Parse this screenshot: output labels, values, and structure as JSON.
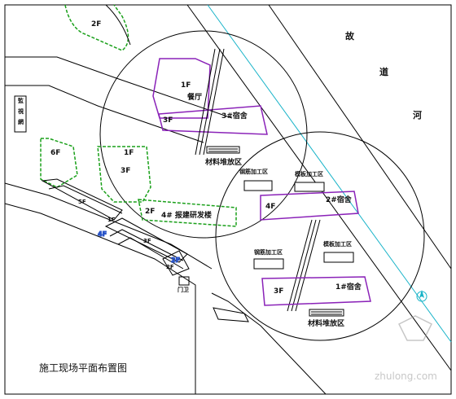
{
  "road": {
    "label_chars": [
      "故",
      "道",
      "河"
    ]
  },
  "side_box": {
    "label": "監視網"
  },
  "buildings": {
    "canteen_floor": "1F",
    "canteen_label": "餐厅",
    "dorm3_floor": "3F",
    "dorm3_label": "3#宿舍",
    "dorm2_floor": "4F",
    "dorm2_label": "2#宿舍",
    "dorm1_floor": "3F",
    "dorm1_label": "1#宿舍",
    "office_floor": "2F",
    "office_label": "4# 报建研发楼",
    "topleft_floor": "2F",
    "green_left_floor": "6F",
    "green_mid_floor": "3F",
    "green_small_floor": "1F"
  },
  "zones": {
    "material_top": "材料堆放区",
    "material_bottom": "材料堆放区",
    "rebar_top": "钢筋加工区",
    "formwork_top": "模板加工区",
    "rebar_bottom": "钢筋加工区",
    "formwork_bottom": "模板加工区"
  },
  "small_labels": {
    "a": "5F",
    "b": "1F",
    "c": "3F",
    "d": "2F",
    "e": "门卫"
  },
  "plan_title": "施工现场平面布置图",
  "watermark": "zhulong.com",
  "colors": {
    "line": "#000000",
    "green": "#1aa01a",
    "purple": "#8a22b8",
    "cyan": "#17b3c8",
    "blue": "#2a55c8"
  }
}
